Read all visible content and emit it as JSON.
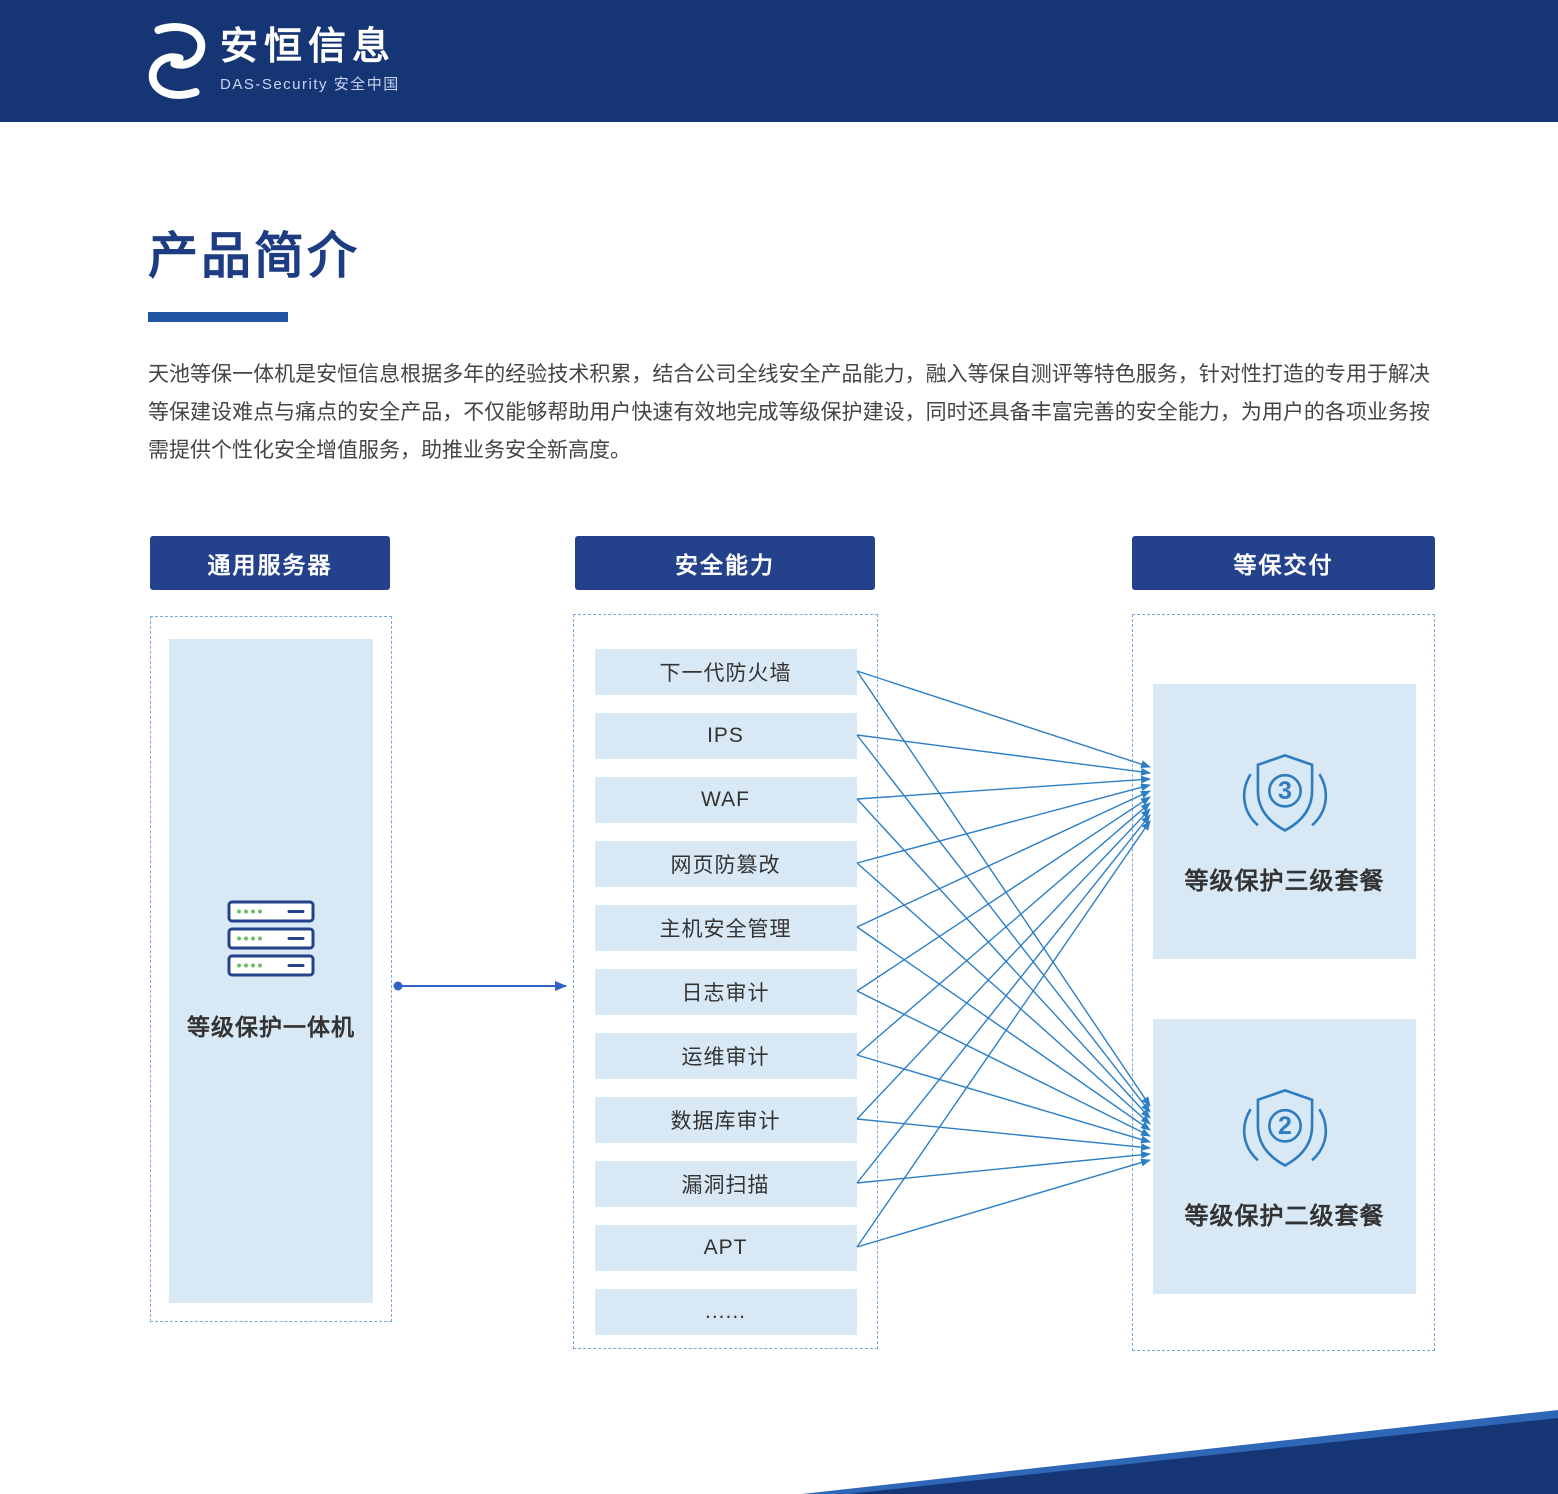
{
  "header": {
    "logo_title": "安恒信息",
    "logo_subtitle": "DAS-Security 安全中国"
  },
  "page": {
    "title": "产品简介",
    "intro": "天池等保一体机是安恒信息根据多年的经验技术积累，结合公司全线安全产品能力，融入等保自测评等特色服务，针对性打造的专用于解决等保建设难点与痛点的安全产品，不仅能够帮助用户快速有效地完成等级保护建设，同时还具备丰富完善的安全能力，为用户的各项业务按需提供个性化安全增值服务，助推业务安全新高度。"
  },
  "diagram": {
    "columns": [
      {
        "header": "通用服务器"
      },
      {
        "header": "安全能力"
      },
      {
        "header": "等保交付"
      }
    ],
    "server": {
      "label": "等级保护一体机",
      "icon": "server-stack-icon"
    },
    "capabilities": [
      "下一代防火墙",
      "IPS",
      "WAF",
      "网页防篡改",
      "主机安全管理",
      "日志审计",
      "运维审计",
      "数据库审计",
      "漏洞扫描",
      "APT",
      "......"
    ],
    "packages": [
      {
        "badge": "3",
        "label": "等级保护三级套餐",
        "icon": "shield-icon"
      },
      {
        "badge": "2",
        "label": "等级保护二级套餐",
        "icon": "shield-icon"
      }
    ],
    "connections": {
      "server_to_capabilities": true,
      "capabilities_to_packages": [
        0,
        1,
        2,
        3,
        4,
        5,
        6,
        7,
        8,
        9
      ]
    },
    "colors": {
      "banner": "#163575",
      "badge_bg": "#24418C",
      "panel_bg": "#D8E9F5",
      "dashed_border": "#7CA7DA",
      "arrow": "#2C7FC6",
      "connector": "#2F62C4",
      "title": "#1D3C82",
      "icon_stroke": "#2E7CC0"
    }
  }
}
